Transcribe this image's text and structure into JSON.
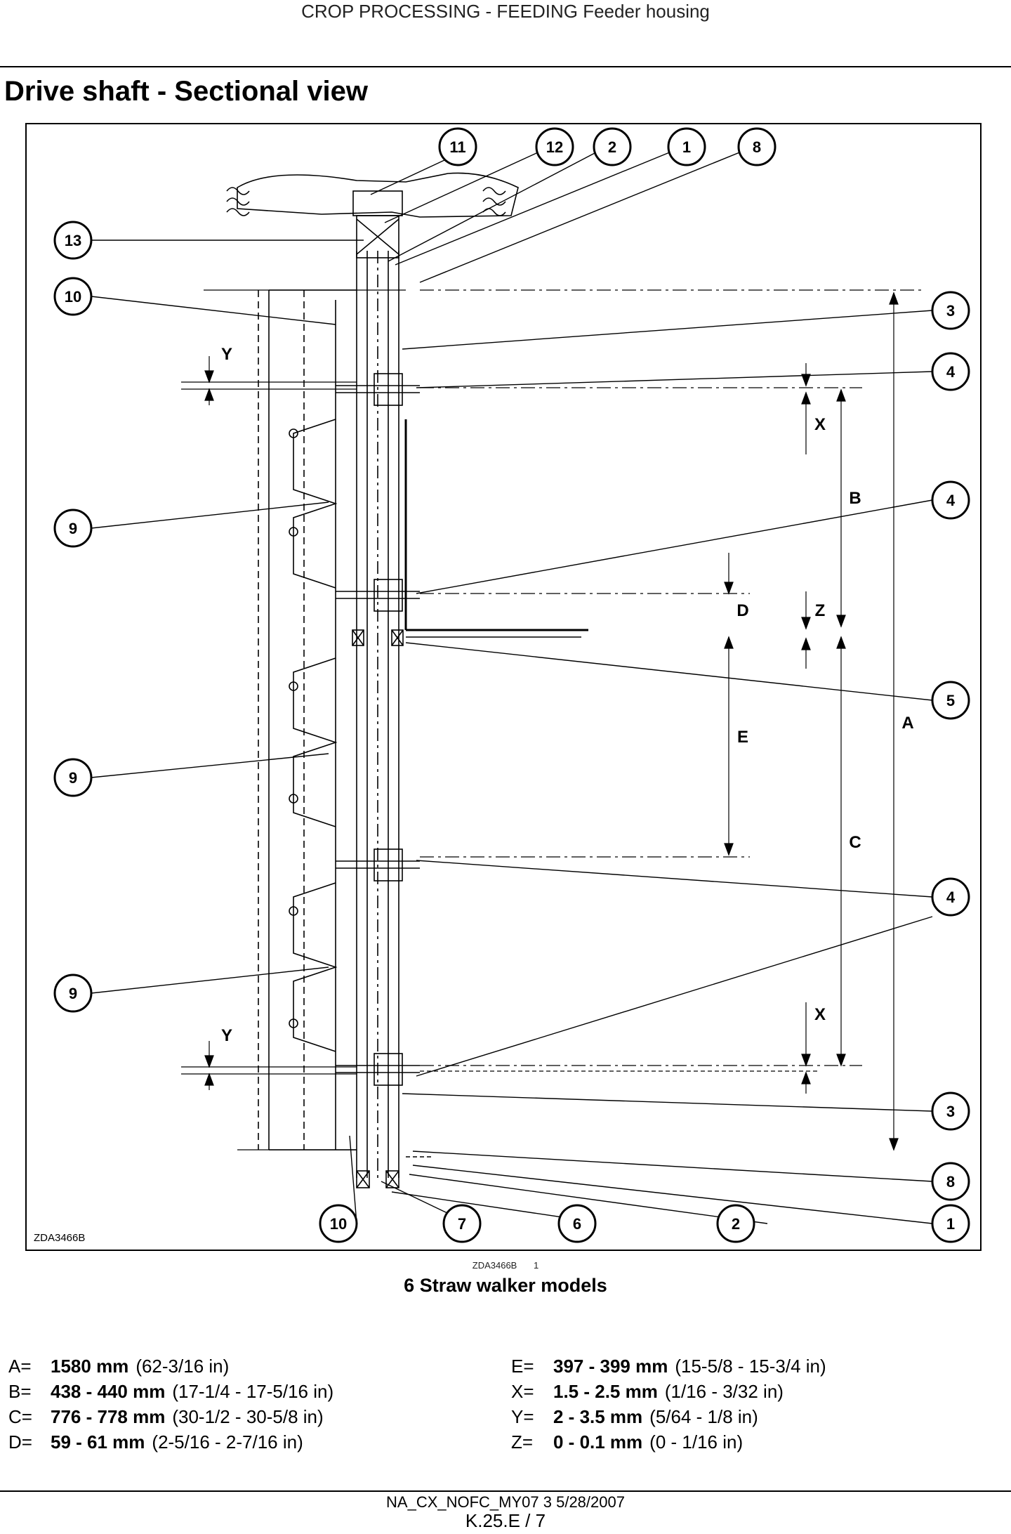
{
  "header": {
    "running_title": "CROP PROCESSING - FEEDING Feeder housing"
  },
  "title": "Drive shaft - Sectional view",
  "figure": {
    "ref_inner": "ZDA3466B",
    "ref_small": "ZDA3466B",
    "number": "1",
    "caption": "6 Straw walker models",
    "callouts": [
      "1",
      "2",
      "3",
      "4",
      "5",
      "6",
      "7",
      "8",
      "9",
      "10",
      "11",
      "12",
      "13"
    ],
    "dimension_letters": [
      "A",
      "B",
      "C",
      "D",
      "E",
      "X",
      "Y",
      "Z"
    ]
  },
  "specs": {
    "left": [
      {
        "key": "A=",
        "value": "1580 mm",
        "note": "(62-3/16 in)"
      },
      {
        "key": "B=",
        "value": "438 - 440 mm",
        "note": "(17-1/4 - 17-5/16 in)"
      },
      {
        "key": "C=",
        "value": "776 - 778 mm",
        "note": "(30-1/2 - 30-5/8 in)"
      },
      {
        "key": "D=",
        "value": "59 - 61 mm",
        "note": "(2-5/16 - 2-7/16 in)"
      }
    ],
    "right": [
      {
        "key": "E=",
        "value": "397 - 399 mm",
        "note": "(15-5/8 - 15-3/4 in)"
      },
      {
        "key": "X=",
        "value": "1.5 - 2.5 mm",
        "note": "(1/16 - 3/32 in)"
      },
      {
        "key": "Y=",
        "value": "2 - 3.5 mm",
        "note": "(5/64 - 1/8 in)"
      },
      {
        "key": "Z=",
        "value": "0 - 0.1 mm",
        "note": "(0 - 1/16 in)"
      }
    ]
  },
  "footer": {
    "doc_id": "NA_CX_NOFC_MY07 3 5/28/2007",
    "page_ref": "K.25.E / 7"
  }
}
